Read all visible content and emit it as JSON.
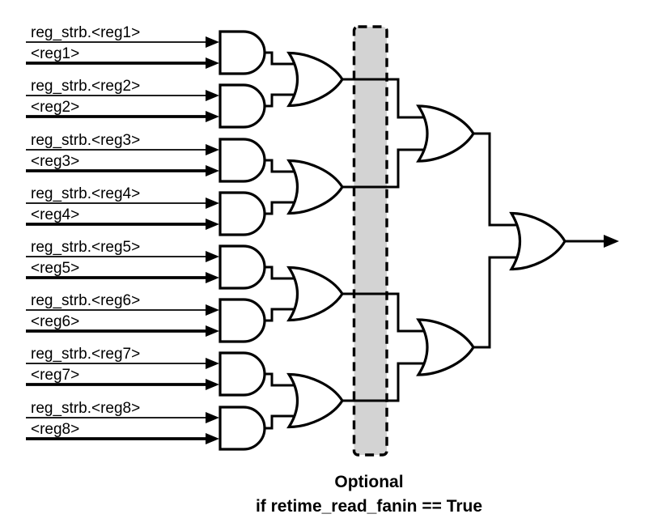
{
  "diagram": {
    "inputs": [
      {
        "strb": "reg_strb.<reg1>",
        "name": "<reg1>"
      },
      {
        "strb": "reg_strb.<reg2>",
        "name": "<reg2>"
      },
      {
        "strb": "reg_strb.<reg3>",
        "name": "<reg3>"
      },
      {
        "strb": "reg_strb.<reg4>",
        "name": "<reg4>"
      },
      {
        "strb": "reg_strb.<reg5>",
        "name": "<reg5>"
      },
      {
        "strb": "reg_strb.<reg6>",
        "name": "<reg6>"
      },
      {
        "strb": "reg_strb.<reg7>",
        "name": "<reg7>"
      },
      {
        "strb": "reg_strb.<reg8>",
        "name": "<reg8>"
      }
    ],
    "caption": {
      "line1": "Optional",
      "line2": "if retime_read_fanin == True"
    },
    "colors": {
      "wire": "#000000",
      "gate_fill": "#ffffff",
      "optional_box_fill": "#d3d3d3",
      "background": "#ffffff"
    }
  }
}
